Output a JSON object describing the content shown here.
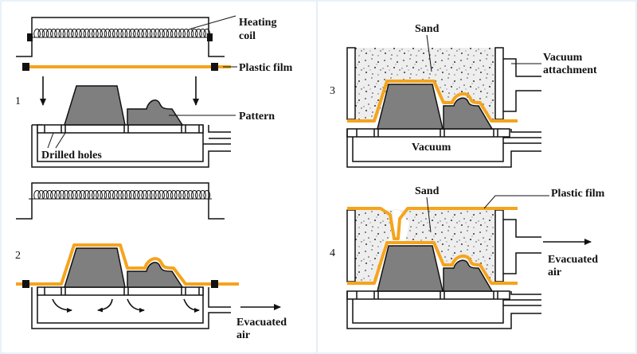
{
  "colors": {
    "film": "#f5a41d",
    "pattern": "#7f7f7f",
    "sand_fill": "#eeeeee",
    "sand_dot": "#333333",
    "line": "#111111",
    "panel_border": "#cfe4f2"
  },
  "step1": {
    "number": "1",
    "heating_coil_line1": "Heating",
    "heating_coil_line2": "coil",
    "plastic_film": "Plastic film",
    "pattern": "Pattern",
    "drilled_holes": "Drilled holes"
  },
  "step2": {
    "number": "2",
    "evacuated_line1": "Evacuated",
    "evacuated_line2": "air"
  },
  "step3": {
    "number": "3",
    "sand": "Sand",
    "vacuum_attachment_line1": "Vacuum",
    "vacuum_attachment_line2": "attachment",
    "vacuum": "Vacuum"
  },
  "step4": {
    "number": "4",
    "sand": "Sand",
    "plastic_film": "Plastic film",
    "evacuated_line1": "Evacuated",
    "evacuated_line2": "air"
  },
  "icons": [
    "heating-coil-icon",
    "arrow-down-icon",
    "arrow-right-icon",
    "clamp-icon",
    "curved-airflow-arrow-icon"
  ]
}
